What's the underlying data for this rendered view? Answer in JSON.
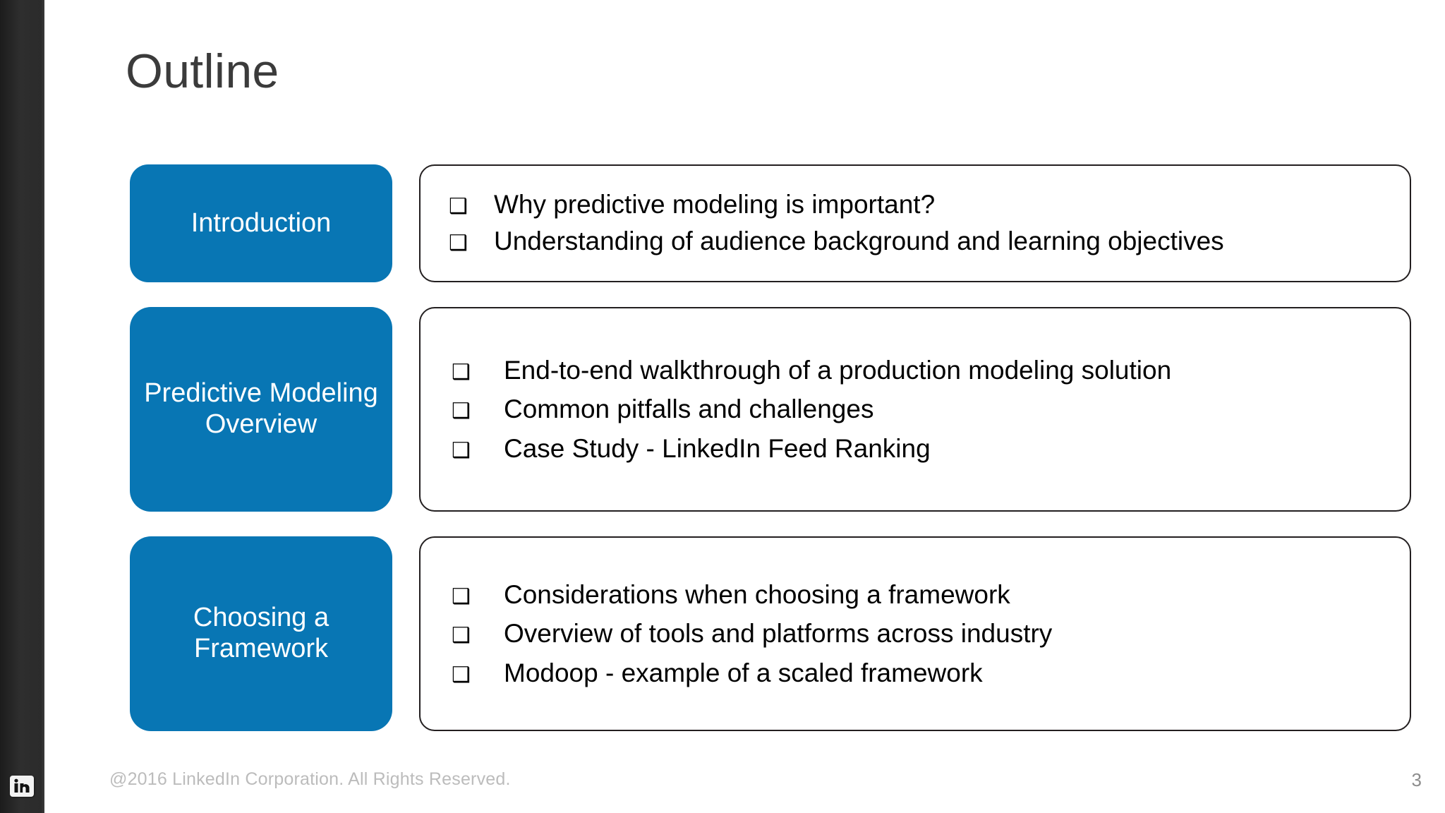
{
  "slide": {
    "title": "Outline",
    "page_number": "3",
    "footer": "@2016 LinkedIn Corporation. All Rights Reserved.",
    "accent_color": "#0876b4",
    "sidebar_color": "#2b2b2b",
    "border_color": "#231f20",
    "bullet_glyph": "❑",
    "logo_icon": "linkedin-logo-icon"
  },
  "sections": [
    {
      "label": "Introduction",
      "bullets": [
        "Why predictive modeling is important?",
        "Understanding of audience background and learning objectives"
      ]
    },
    {
      "label": "Predictive Modeling Overview",
      "bullets": [
        "End-to-end walkthrough of a production modeling solution",
        "Common pitfalls and challenges",
        "Case Study - LinkedIn Feed Ranking"
      ]
    },
    {
      "label": "Choosing a Framework",
      "bullets": [
        "Considerations when choosing a framework",
        "Overview of tools and platforms across industry",
        "Modoop - example of a scaled framework"
      ]
    }
  ]
}
